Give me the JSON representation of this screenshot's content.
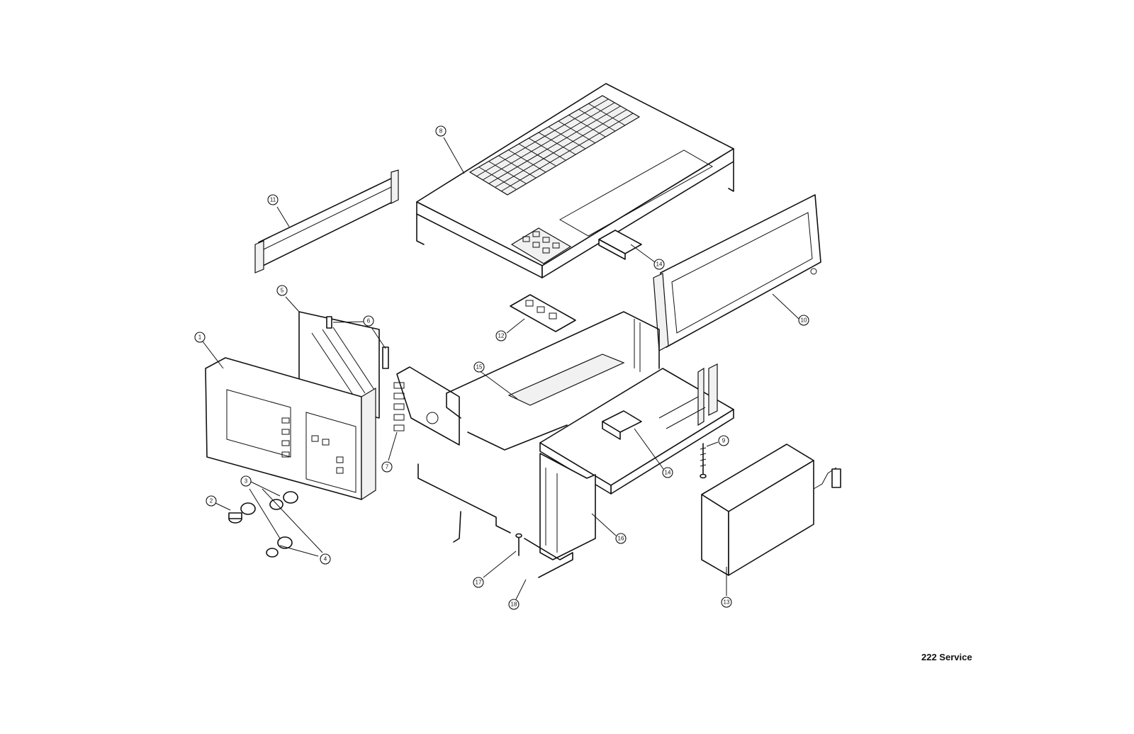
{
  "footer": {
    "text": "222 Service"
  },
  "callouts": [
    {
      "id": "c1",
      "label": "1"
    },
    {
      "id": "c2",
      "label": "2"
    },
    {
      "id": "c3",
      "label": "3"
    },
    {
      "id": "c4",
      "label": "4"
    },
    {
      "id": "c5",
      "label": "5"
    },
    {
      "id": "c6",
      "label": "6"
    },
    {
      "id": "c7",
      "label": "7"
    },
    {
      "id": "c8",
      "label": "8"
    },
    {
      "id": "c9",
      "label": "9"
    },
    {
      "id": "c10",
      "label": "10"
    },
    {
      "id": "c11",
      "label": "11"
    },
    {
      "id": "c12",
      "label": "12"
    },
    {
      "id": "c13",
      "label": "13"
    },
    {
      "id": "c14a",
      "label": "14"
    },
    {
      "id": "c14b",
      "label": "14"
    },
    {
      "id": "c15",
      "label": "15"
    },
    {
      "id": "c16",
      "label": "16"
    },
    {
      "id": "c17",
      "label": "17"
    },
    {
      "id": "c18",
      "label": "18"
    }
  ]
}
